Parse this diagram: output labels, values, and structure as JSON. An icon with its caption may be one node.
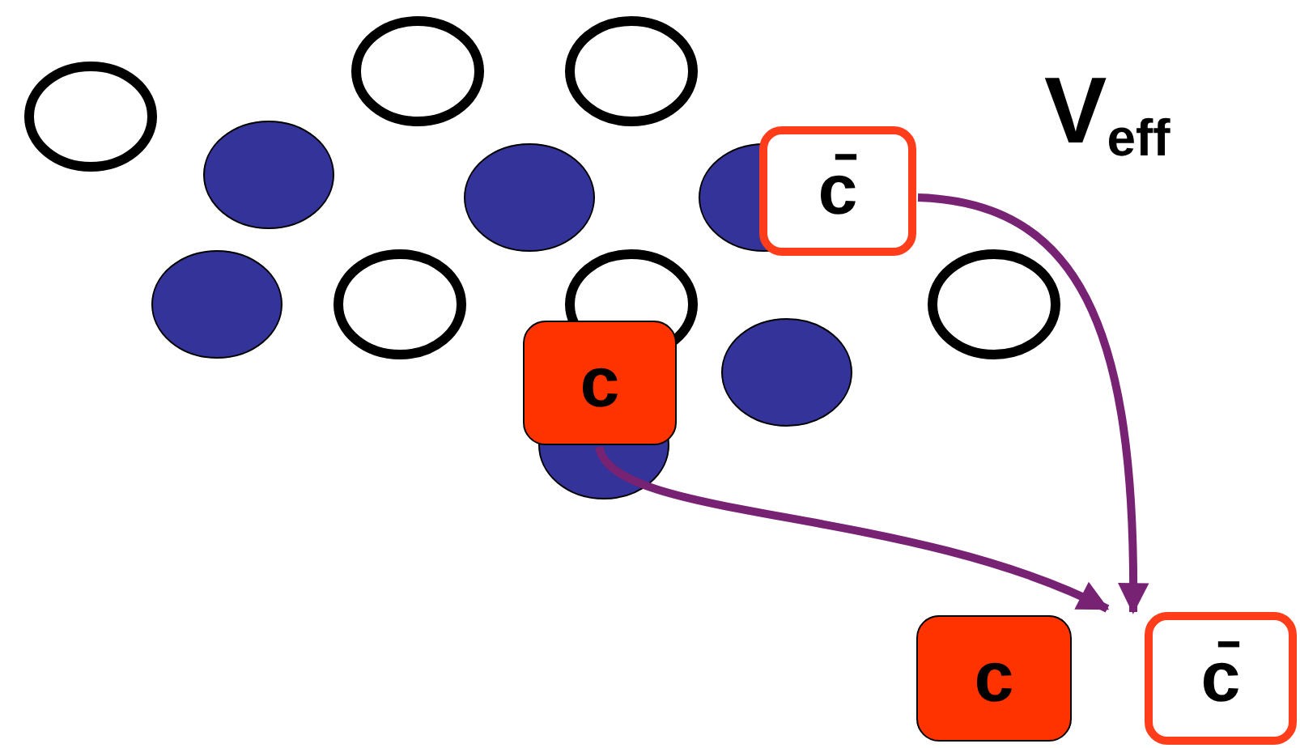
{
  "diagram": {
    "nodes": [
      {
        "text": [
          "c̄"
        ]
      },
      {
        "text": [
          "c"
        ]
      },
      {
        "text": [
          "c"
        ]
      },
      {
        "text": [
          "c̄"
        ]
      }
    ],
    "edges": [
      {
        "from": 1,
        "to": 2,
        "arrow": "to"
      },
      {
        "from": 0,
        "to": 3,
        "arrow": "to"
      }
    ],
    "labels": [
      "V$_{eff}$"
    ]
  }
}
